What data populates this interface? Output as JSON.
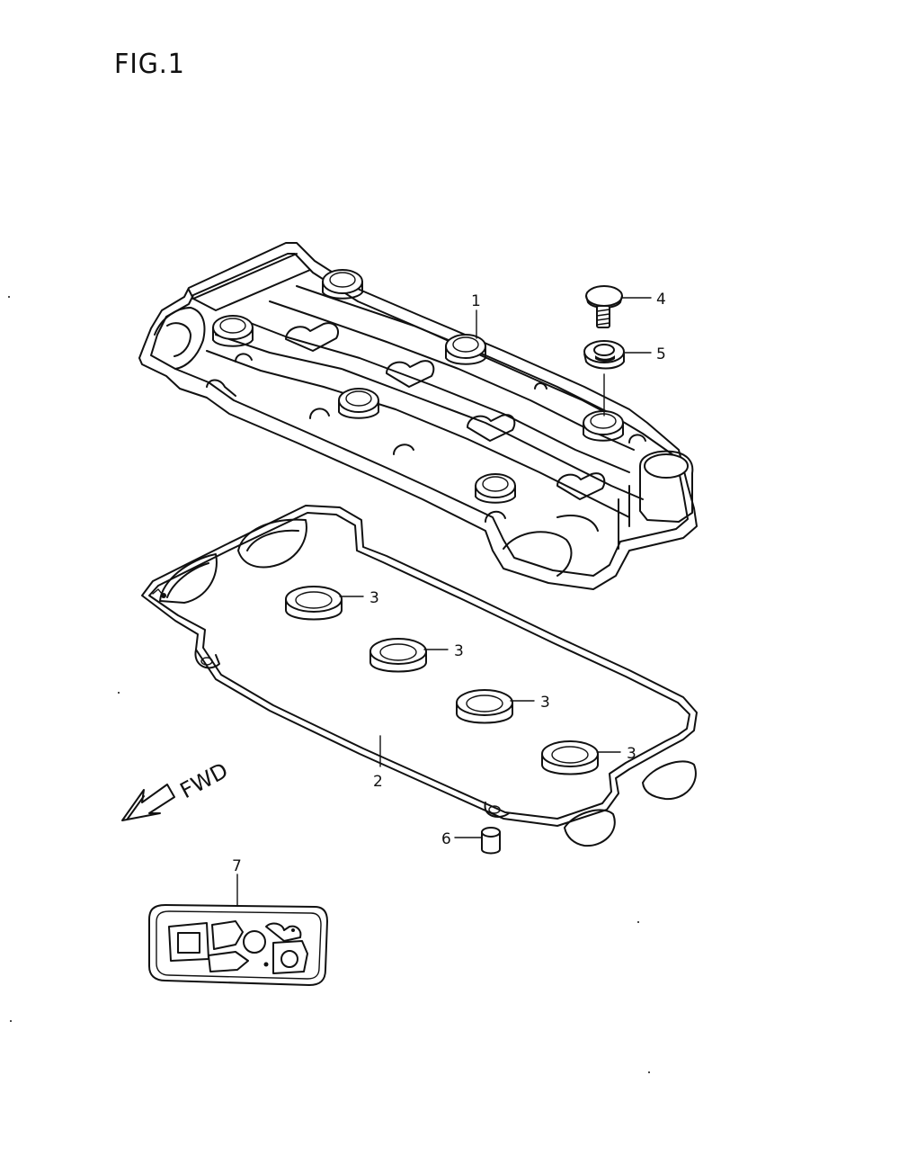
{
  "figure": {
    "title": "FIG.1"
  },
  "direction": {
    "label": "FWD"
  },
  "callouts": [
    {
      "num": "1",
      "part": "cylinder-head-cover"
    },
    {
      "num": "2",
      "part": "cover-gasket"
    },
    {
      "num": "3",
      "part": "plug-hole-seal"
    },
    {
      "num": "3",
      "part": "plug-hole-seal"
    },
    {
      "num": "3",
      "part": "plug-hole-seal"
    },
    {
      "num": "3",
      "part": "plug-hole-seal"
    },
    {
      "num": "4",
      "part": "bolt"
    },
    {
      "num": "5",
      "part": "washer"
    },
    {
      "num": "6",
      "part": "dowel-pin"
    },
    {
      "num": "7",
      "part": "gasket-set"
    }
  ]
}
